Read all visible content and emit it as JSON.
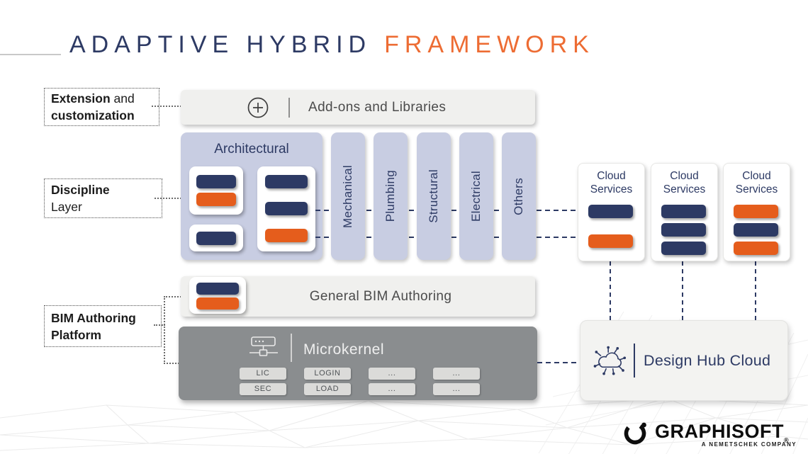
{
  "colors": {
    "navy": "#2D3A64",
    "orange": "#E55D1C",
    "orange_title": "#ED6C33",
    "lavender": "#C8CDE2",
    "panel_gray": "#F0F0EE",
    "dark_gray": "#8A8D8F",
    "pill_gray": "#DBDBD9"
  },
  "title": {
    "part1": "ADAPTIVE HYBRID",
    "part2": "FRAMEWORK"
  },
  "side_labels": {
    "extension": {
      "bold1": "Extension",
      "normal": "and",
      "bold2": "customization"
    },
    "discipline": {
      "bold": "Discipline",
      "normal": "Layer"
    },
    "platform": {
      "line1": "BIM Authoring",
      "line2": "Platform"
    }
  },
  "addons": {
    "label": "Add-ons and Libraries",
    "icon": "plus-icon"
  },
  "architectural": {
    "title": "Architectural",
    "cards": [
      {
        "bars": [
          "navy",
          "orange"
        ]
      },
      {
        "bars": [
          "navy"
        ]
      },
      {
        "bars": [
          "navy",
          "navy",
          "orange"
        ]
      }
    ]
  },
  "disciplines": [
    "Mechanical",
    "Plumbing",
    "Structural",
    "Electrical",
    "Others"
  ],
  "cloud_services": [
    {
      "title": "Cloud Services",
      "bars": [
        "navy",
        "orange"
      ]
    },
    {
      "title": "Cloud Services",
      "bars": [
        "navy",
        "navy",
        "navy"
      ]
    },
    {
      "title": "Cloud Services",
      "bars": [
        "orange",
        "navy",
        "orange"
      ]
    }
  ],
  "general_bim": {
    "label": "General BIM Authoring",
    "card_bars": [
      "navy",
      "orange"
    ]
  },
  "microkernel": {
    "title": "Microkernel",
    "icon": "server-network-icon",
    "buttons": [
      "LIC",
      "SEC",
      "LOGIN",
      "LOAD",
      "...",
      "...",
      "...",
      "..."
    ]
  },
  "design_hub": {
    "label": "Design Hub Cloud",
    "icon": "connected-cloud-icon"
  },
  "footer": {
    "brand": "GRAPHISOFT",
    "registered": "®",
    "tagline": "A NEMETSCHEK COMPANY",
    "icon": "graphisoft-logo-icon"
  }
}
